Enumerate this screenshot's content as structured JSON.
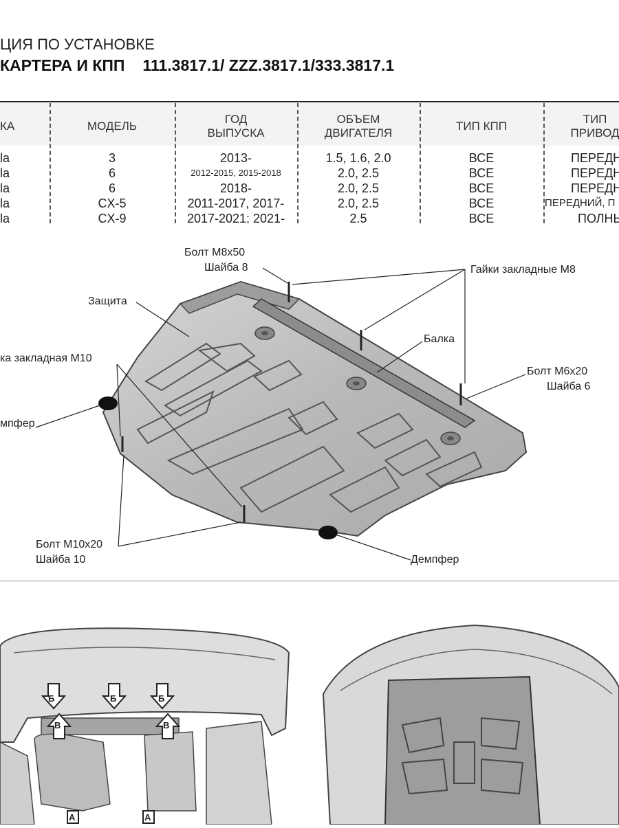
{
  "header": {
    "line1": "ЦИЯ ПО УСТАНОВКЕ",
    "line2_prefix": "КАРТЕРА И КПП",
    "line2_codes": "111.3817.1/ ZZZ.3817.1/333.3817.1"
  },
  "spec_table": {
    "columns": [
      "КА",
      "МОДЕЛЬ",
      "ГОД ВЫПУСКА",
      "ОБЪЕМ ДВИГАТЕЛЯ",
      "ТИП КПП",
      "ТИП ПРИВОД"
    ],
    "column_lines": [
      [
        "КА"
      ],
      [
        "МОДЕЛЬ"
      ],
      [
        "ГОД",
        "ВЫПУСКА"
      ],
      [
        "ОБЪЕМ",
        "ДВИГАТЕЛЯ"
      ],
      [
        "ТИП КПП"
      ],
      [
        "ТИП",
        "ПРИВОД"
      ]
    ],
    "rows": [
      [
        "la",
        "3",
        "2013-",
        "1.5, 1.6, 2.0",
        "ВСЕ",
        "ПЕРЕДН"
      ],
      [
        "la",
        "6",
        "2012-2015, 2015-2018",
        "2.0, 2.5",
        "ВСЕ",
        "ПЕРЕДН"
      ],
      [
        "la",
        "6",
        "2018-",
        "2.0, 2.5",
        "ВСЕ",
        "ПЕРЕДН"
      ],
      [
        "la",
        "CX-5",
        "2011-2017, 2017-",
        "2.0, 2.5",
        "ВСЕ",
        "ПЕРЕДНИЙ, П"
      ],
      [
        "la",
        "CX-9",
        "2017-2021; 2021-",
        "2.5",
        "ВСЕ",
        "ПОЛНЬ"
      ]
    ]
  },
  "diagram": {
    "labels": {
      "bolt_m8": "Болт М8х50",
      "washer_8": "Шайба 8",
      "nuts_m8": "Гайки закладные М8",
      "guard": "Защита",
      "beam": "Балка",
      "nut_m10": "ка закладная М10",
      "bolt_m6": "Болт М6х20",
      "washer_6": "Шайба 6",
      "damper_left": "мпфер",
      "bolt_m10": "Болт М10х20",
      "washer_10": "Шайба 10",
      "damper_bottom": "Демпфер"
    }
  },
  "photos": {
    "marker_b": "Б",
    "marker_v": "В",
    "marker_a": "А"
  }
}
